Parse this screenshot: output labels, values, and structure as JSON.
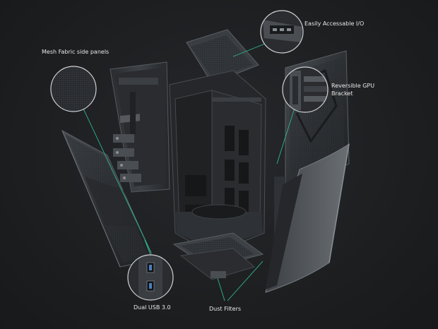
{
  "callouts": {
    "mesh_panels": "Mesh Fabric side panels",
    "io": "Easily Accessable I/O",
    "gpu_line1": "Reversible GPU",
    "gpu_line2": "Bracket",
    "usb": "Dual USB 3.0",
    "dust_filters": "Dust Filters"
  },
  "colors": {
    "background": "#1e1f21",
    "leader_line": "#2fb892",
    "panel_dark": "#2a2c2f",
    "panel_mid": "#3a3d41",
    "panel_light": "#55595e",
    "text": "#e8e8e8"
  },
  "icons": [
    "usb-port-icon",
    "usb-port-icon"
  ]
}
